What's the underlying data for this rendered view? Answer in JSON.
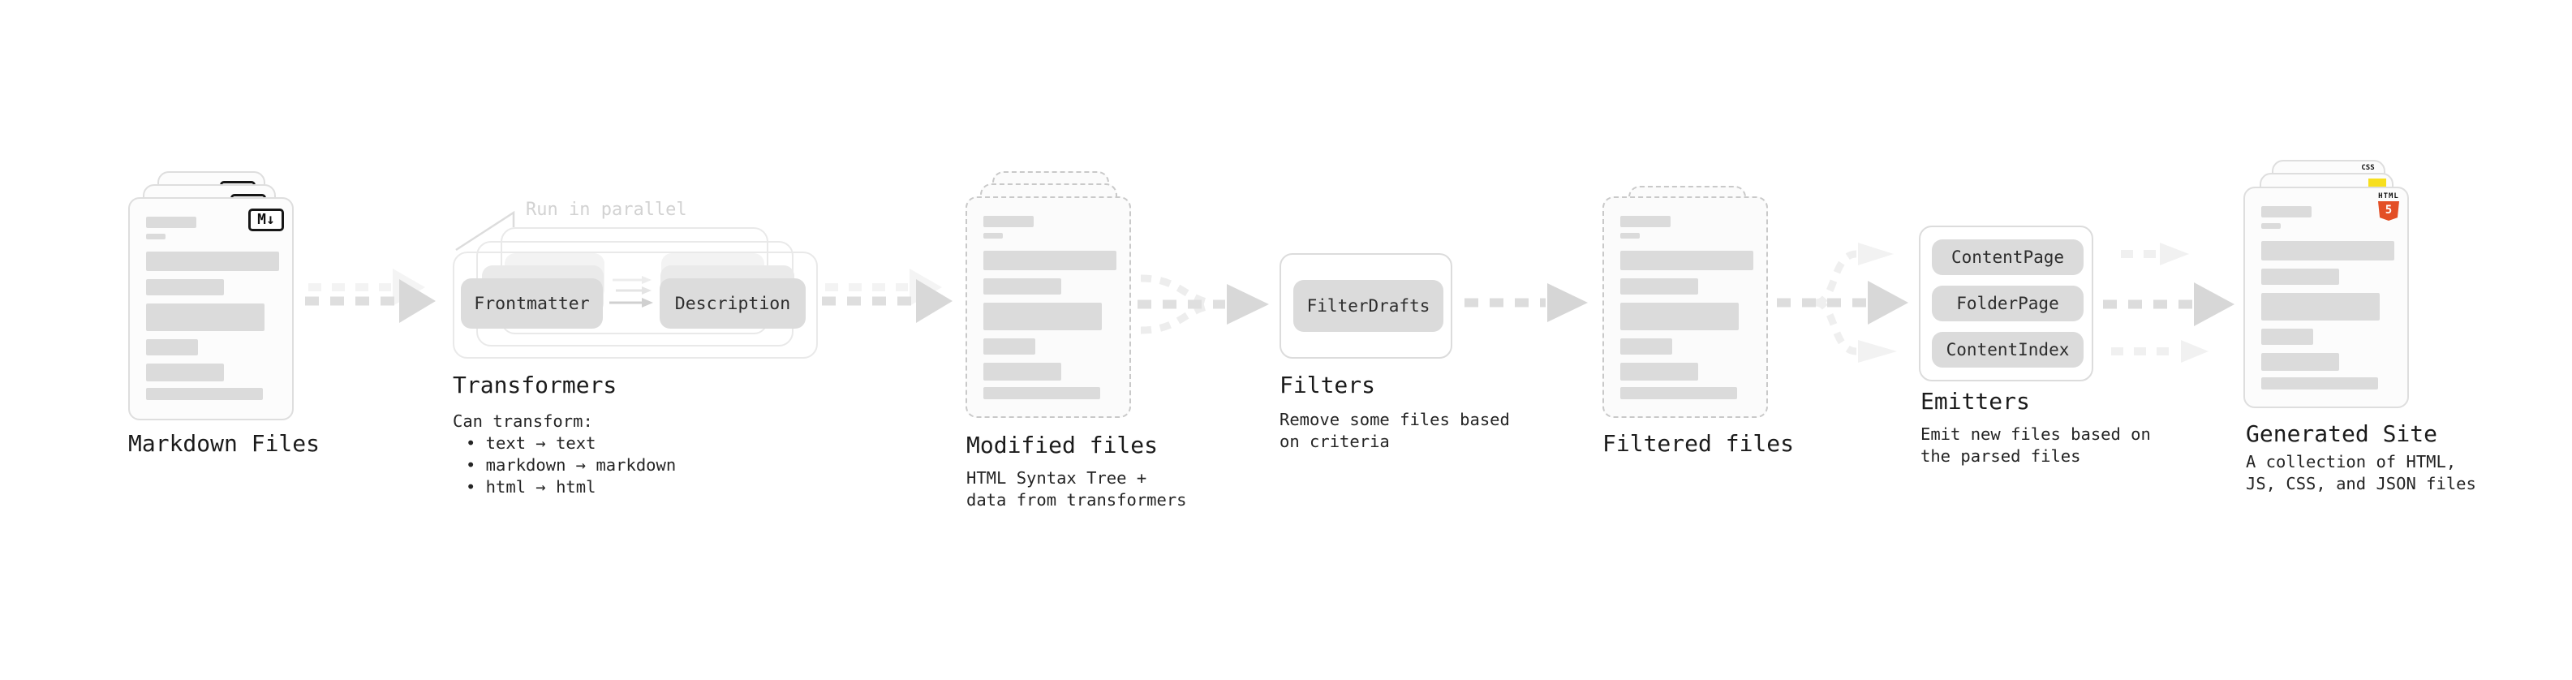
{
  "diagram": {
    "markdown_files": {
      "label": "Markdown Files",
      "badge": "M↓"
    },
    "transformers": {
      "title": "Transformers",
      "parallel_note": "Run in parallel",
      "pill_left": "Frontmatter",
      "pill_right": "Description",
      "desc_heading": "Can transform:",
      "bullets": [
        "• text → text",
        "• markdown → markdown",
        "• html → html"
      ]
    },
    "modified_files": {
      "label": "Modified files",
      "sub1": "HTML Syntax Tree +",
      "sub2": "data from transformers"
    },
    "filters": {
      "title": "Filters",
      "pill": "FilterDrafts",
      "sub1": "Remove some files based",
      "sub2": "on criteria"
    },
    "filtered_files": {
      "label": "Filtered files"
    },
    "emitters": {
      "title": "Emitters",
      "pills": [
        "ContentPage",
        "FolderPage",
        "ContentIndex"
      ],
      "sub1": "Emit new files based on",
      "sub2": "the parsed files"
    },
    "generated_site": {
      "label": "Generated Site",
      "sub1": "A collection of HTML,",
      "sub2": "JS, CSS, and JSON files",
      "badges": {
        "html_label": "HTML",
        "html_number": "5",
        "css_label": "CSS"
      }
    },
    "colors": {
      "html5_orange": "#e34f26",
      "js_yellow": "#f7df1e",
      "css_blue": "#2b65f0"
    }
  }
}
